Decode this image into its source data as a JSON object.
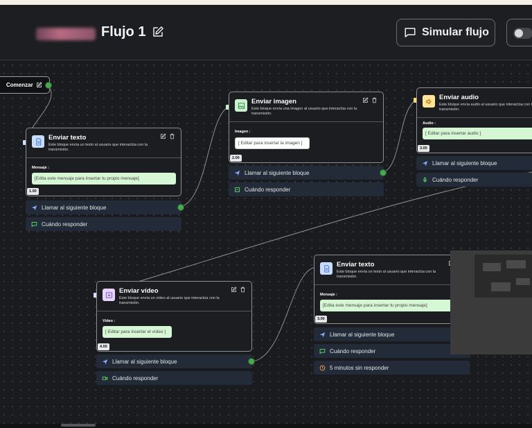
{
  "header": {
    "flow_title": "Flujo 1",
    "simulate_label": "Simular flujo"
  },
  "start_node": {
    "label": "Comenzar"
  },
  "nodes": {
    "text1": {
      "title": "Enviar texto",
      "description": "Este bloque envía un texto al usuario que interactúa con la transmisión.",
      "field_label": "Mensaje :",
      "field_value": "[Edita este mensaje para insertar tu propio mensaje]",
      "order": "1.00",
      "ports": [
        "Llamar al siguiente bloque",
        "Cuándo responder"
      ]
    },
    "image": {
      "title": "Enviar imagen",
      "description": "Este bloque envía una imagen al usuario que interactúa con la transmisión.",
      "field_label": "Imagen :",
      "field_value": "[ Editar para insertar la imagen ]",
      "order": "2.00",
      "ports": [
        "Llamar al siguiente bloque",
        "Cuándo responder"
      ]
    },
    "audio": {
      "title": "Enviar audio",
      "description": "Este bloque envía audio al usuario que interactúa con la transmisión.",
      "field_label": "Audio :",
      "field_value": "[ Editar para insertar audio ]",
      "order": "3.00",
      "ports": [
        "Llamar al siguiente bloque",
        "Cuándo responder"
      ]
    },
    "video": {
      "title": "Enviar vídeo",
      "description": "Este bloque envía un vídeo al usuario que interactúa con la transmisión.",
      "field_label": "Vídeo :",
      "field_value": "[ Editar para insertar el vídeo ]",
      "order": "4.00",
      "ports": [
        "Llamar al siguiente bloque",
        "Cuándo responder"
      ]
    },
    "text2": {
      "title": "Enviar texto",
      "description": "Este bloque envía un texto al usuario que interactúa con la transmisión.",
      "field_label": "Mensaje :",
      "field_value": "[Edita este mensaje para insertar tu propio mensaje]",
      "order": "3.00",
      "ports": [
        "Llamar al siguiente bloque",
        "Cuándo responder",
        "5 minutos sin responder"
      ]
    }
  },
  "colors": {
    "canvas": "#1a1b1e",
    "port_bg": "#232a38",
    "connector": "#47a84e",
    "field_green": "#d6f7d4"
  },
  "icons": {
    "text": "document-icon",
    "image": "image-icon",
    "audio": "speaker-icon",
    "video": "video-icon",
    "next": "send-icon",
    "reply": "chat-icon",
    "video_reply": "camera-icon",
    "timeout": "clock-icon"
  }
}
